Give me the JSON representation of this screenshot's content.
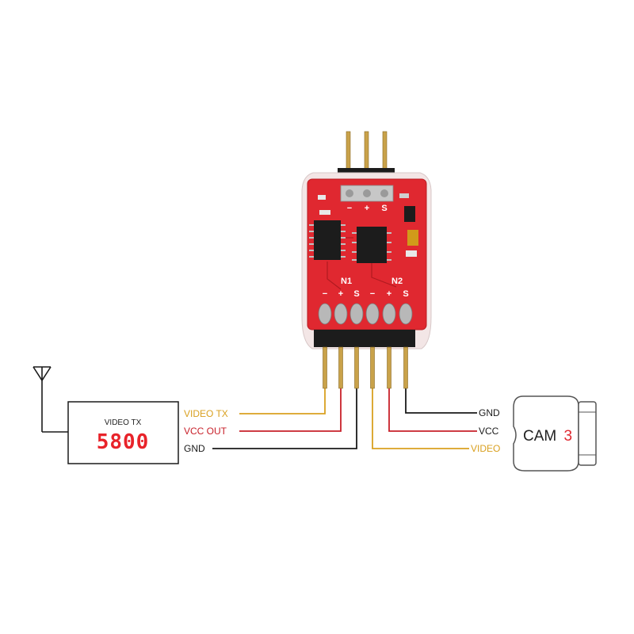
{
  "transmitter": {
    "title": "VIDEO TX",
    "frequency": "5800"
  },
  "camera": {
    "name": "CAM",
    "number": "3"
  },
  "board": {
    "top_signs": [
      "−",
      "+",
      "S"
    ],
    "n1_label": "N1",
    "n2_label": "N2",
    "bottom_signs": [
      "−",
      "+",
      "S",
      "−",
      "+",
      "S"
    ]
  },
  "wires": {
    "video_tx": "VIDEO TX",
    "vcc_out": "VCC OUT",
    "gnd_left": "GND",
    "gnd_right": "GND",
    "vcc": "VCC",
    "video": "VIDEO"
  },
  "colors": {
    "video": "#d9a020",
    "vcc": "#c8202a",
    "gnd": "#1a1a1a",
    "pcb": "#e02830",
    "freq_digits": "#e8232a",
    "cam_number": "#e02830"
  }
}
